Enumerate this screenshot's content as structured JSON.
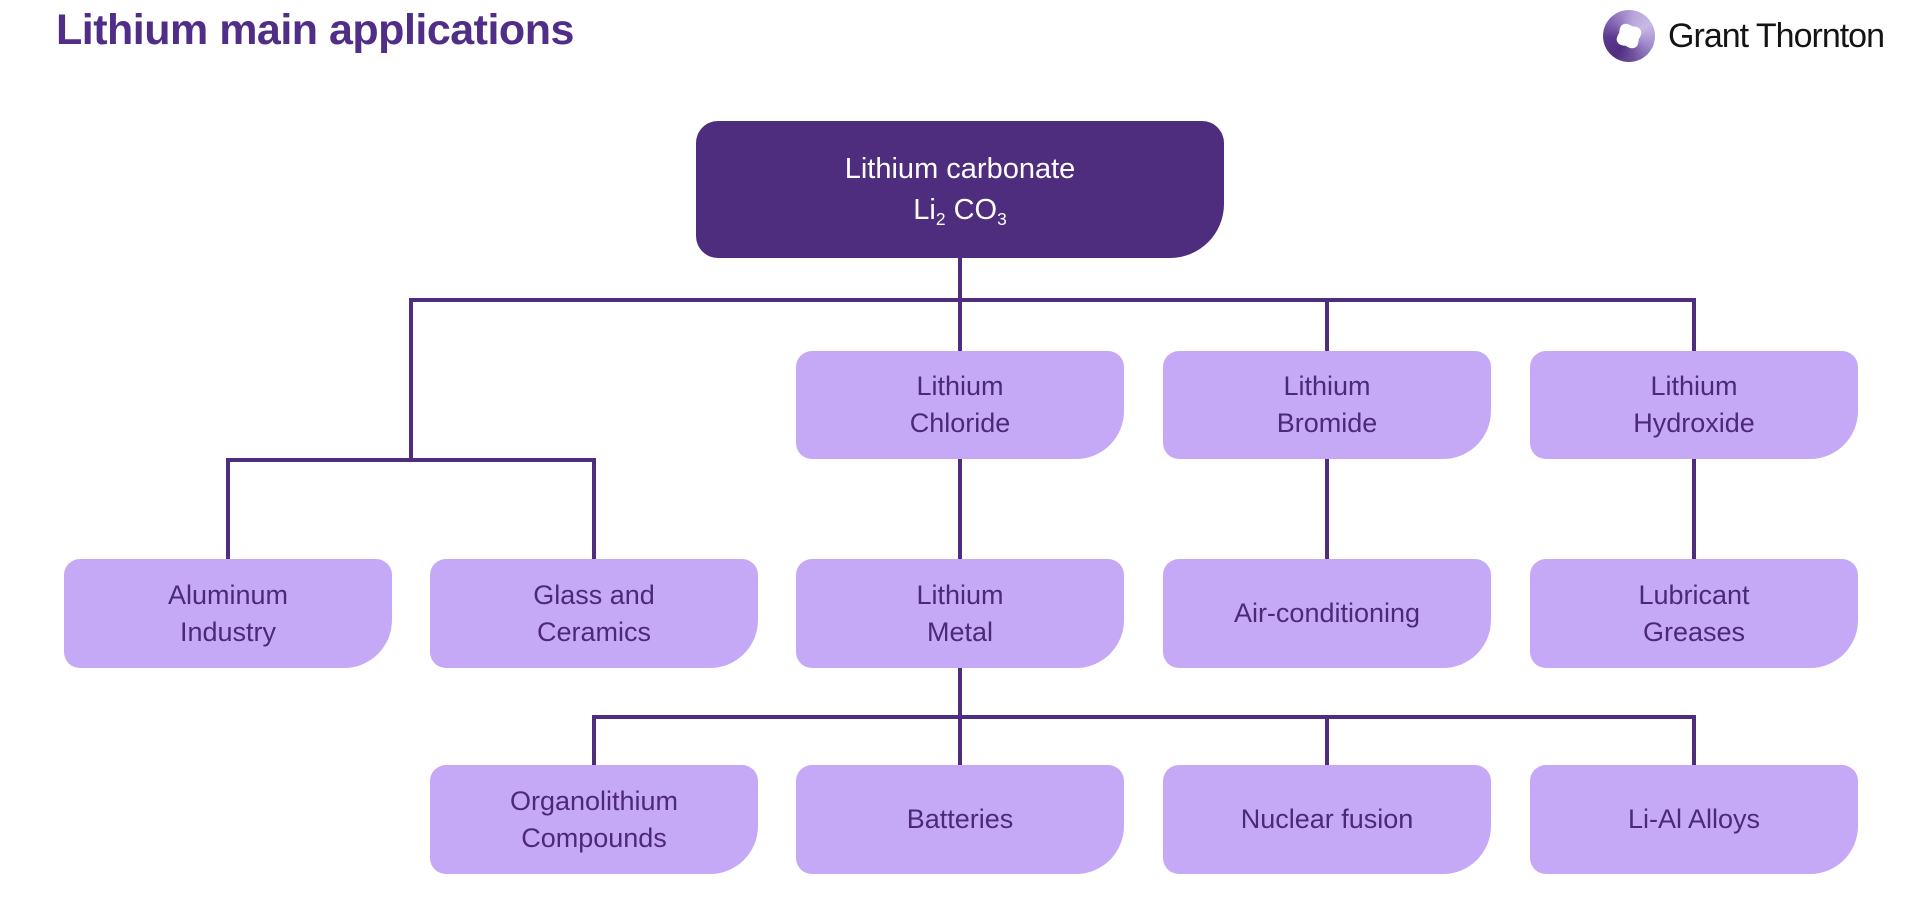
{
  "title": "Lithium main applications",
  "brand": {
    "wordmark": "Grant Thornton",
    "logo_icon": "grant-thornton-swirl"
  },
  "colors": {
    "title_text": "#502E87",
    "root_fill": "#4E2C7E",
    "root_text": "#FFFFFF",
    "node_fill": "#C6A9F6",
    "node_text": "#4C2977",
    "connector": "#4E2C7E",
    "background": "#FFFFFF",
    "wordmark_text": "#141414"
  },
  "root": {
    "lines": [
      "Lithium carbonate"
    ],
    "formula": {
      "b1": "Li",
      "sub1": "2",
      "b2": "CO",
      "sub2": "3"
    }
  },
  "nodes": {
    "chloride": {
      "lines": [
        "Lithium",
        "Chloride"
      ]
    },
    "bromide": {
      "lines": [
        "Lithium",
        "Bromide"
      ]
    },
    "hydroxide": {
      "lines": [
        "Lithium",
        "Hydroxide"
      ]
    },
    "aluminum": {
      "lines": [
        "Aluminum",
        "Industry"
      ]
    },
    "glass": {
      "lines": [
        "Glass and",
        "Ceramics"
      ]
    },
    "metal": {
      "lines": [
        "Lithium",
        "Metal"
      ]
    },
    "aircon": {
      "lines": [
        "Air-conditioning"
      ]
    },
    "lubricant": {
      "lines": [
        "Lubricant",
        "Greases"
      ]
    },
    "organo": {
      "lines": [
        "Organolithium",
        "Compounds"
      ]
    },
    "batteries": {
      "lines": [
        "Batteries"
      ]
    },
    "nuclear": {
      "lines": [
        "Nuclear fusion"
      ]
    },
    "lial": {
      "lines": [
        "Li-Al Alloys"
      ]
    }
  },
  "edges": [
    {
      "from": "Lithium carbonate",
      "to": "Aluminum Industry"
    },
    {
      "from": "Lithium carbonate",
      "to": "Glass and Ceramics"
    },
    {
      "from": "Lithium carbonate",
      "to": "Lithium Chloride"
    },
    {
      "from": "Lithium carbonate",
      "to": "Lithium Bromide"
    },
    {
      "from": "Lithium carbonate",
      "to": "Lithium Hydroxide"
    },
    {
      "from": "Lithium Chloride",
      "to": "Lithium Metal"
    },
    {
      "from": "Lithium Bromide",
      "to": "Air-conditioning"
    },
    {
      "from": "Lithium Hydroxide",
      "to": "Lubricant Greases"
    },
    {
      "from": "Lithium Metal",
      "to": "Organolithium Compounds"
    },
    {
      "from": "Lithium Metal",
      "to": "Batteries"
    },
    {
      "from": "Lithium Metal",
      "to": "Nuclear fusion"
    },
    {
      "from": "Lithium Metal",
      "to": "Li-Al Alloys"
    }
  ]
}
